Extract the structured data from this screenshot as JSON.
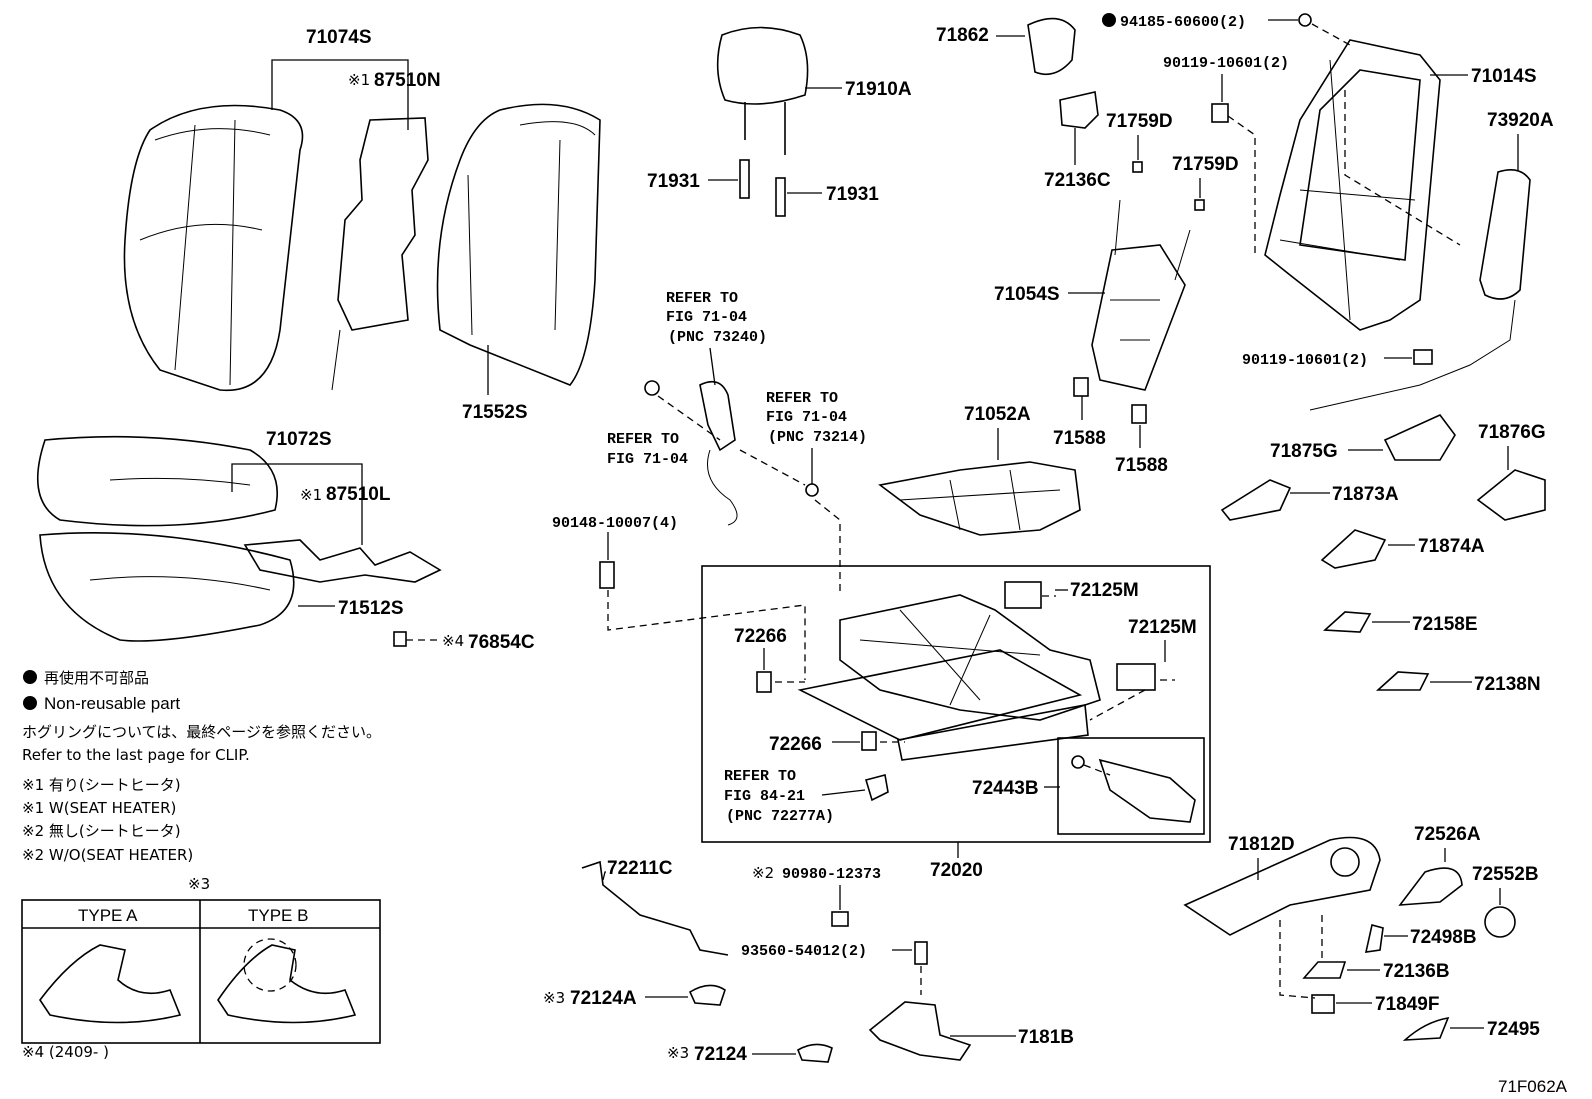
{
  "figure_code": "71F062A",
  "callouts": {
    "p71074S": "71074S",
    "p87510N": "87510N",
    "p71552S": "71552S",
    "p71072S": "71072S",
    "p87510L": "87510L",
    "p71512S": "71512S",
    "p76854C": "76854C",
    "p71910A": "71910A",
    "p71931a": "71931",
    "p71931b": "71931",
    "p71862": "71862",
    "p94185": "94185-60600(2)",
    "p90119a": "90119-10601(2)",
    "p71014S": "71014S",
    "p73920A": "73920A",
    "p71759Da": "71759D",
    "p72136C": "72136C",
    "p71759Db": "71759D",
    "p71054S": "71054S",
    "p90119b": "90119-10601(2)",
    "p71052A": "71052A",
    "p71588a": "71588",
    "p71588b": "71588",
    "p71875G": "71875G",
    "p71876G": "71876G",
    "p71873A": "71873A",
    "p71874A": "71874A",
    "p72158E": "72158E",
    "p72138N": "72138N",
    "p90148": "90148-10007(4)",
    "p72125Ma": "72125M",
    "p72125Mb": "72125M",
    "p72266a": "72266",
    "p72266b": "72266",
    "p72443B": "72443B",
    "p72020": "72020",
    "p71812D": "71812D",
    "p72526A": "72526A",
    "p72552B": "72552B",
    "p72498B": "72498B",
    "p72136B": "72136B",
    "p71849F": "71849F",
    "p72495": "72495",
    "p72211C": "72211C",
    "p90980": "90980-12373",
    "p93560": "93560-54012(2)",
    "p72124A": "72124A",
    "p72124": "72124",
    "p7181B": "7181B"
  },
  "marks": {
    "m87510N": "※1",
    "m87510L": "※1",
    "m76854C": "※4",
    "m90980": "※2",
    "m72124A": "※3",
    "m72124": "※3"
  },
  "refs": {
    "r1": [
      "REFER TO",
      "FIG 71-04",
      "(PNC 73240)"
    ],
    "r2": [
      "REFER TO",
      "FIG 71-04"
    ],
    "r3": [
      "REFER TO",
      "FIG 71-04",
      "(PNC 73214)"
    ],
    "r4": [
      "REFER TO",
      "FIG 84-21",
      "(PNC 72277A)"
    ]
  },
  "notes": {
    "nonreusable_jp": "再使用不可部品",
    "nonreusable_en": "Non-reusable part",
    "clip_jp": "ホグリングについては、最終ページを参照ください。",
    "clip_en": "Refer to the last page for CLIP.",
    "fn1_jp": "※1 有り(シートヒータ)",
    "fn1_en": "※1 W(SEAT HEATER)",
    "fn2_jp": "※2 無し(シートヒータ)",
    "fn2_en": "※2 W/O(SEAT HEATER)",
    "fn3": "※3",
    "fn4": "※4 (2409-      )"
  },
  "type_table": {
    "col_a": "TYPE A",
    "col_b": "TYPE B"
  }
}
